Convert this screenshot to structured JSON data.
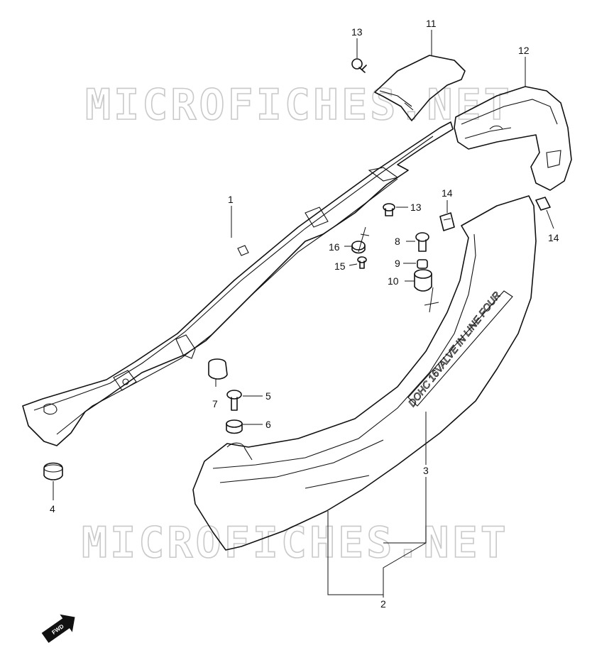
{
  "watermark": "MICROFICHES.NET",
  "embossed_text": "DOHC 16VALVE IN LINE FOUR",
  "fwd_badge": "FWD",
  "callouts": {
    "c1": "1",
    "c2": "2",
    "c3": "3",
    "c4": "4",
    "c5": "5",
    "c6": "6",
    "c7": "7",
    "c8": "8",
    "c9": "9",
    "c10": "10",
    "c11": "11",
    "c12": "12",
    "c13a": "13",
    "c13b": "13",
    "c14a": "14",
    "c14b": "14",
    "c15": "15",
    "c16": "16"
  }
}
